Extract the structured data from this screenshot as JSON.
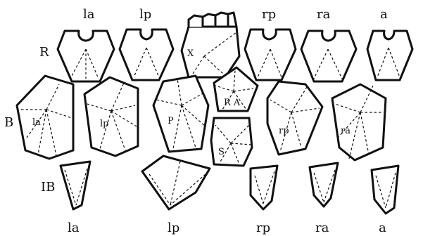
{
  "figure": {
    "top_labels": [
      "la",
      "lp",
      "rp",
      "ra",
      "a"
    ],
    "bottom_labels": [
      "la",
      "lp",
      "rp",
      "ra",
      "a"
    ],
    "row_labels": {
      "radial": "R",
      "basal": "B",
      "infrabasal": "IB"
    },
    "plate_labels": {
      "x": "X",
      "radianal": "R A",
      "basal_la": "la",
      "basal_lp": "lp",
      "posterior": "P",
      "s": "S",
      "basal_rp": "rp",
      "basal_ra": "ra"
    }
  }
}
